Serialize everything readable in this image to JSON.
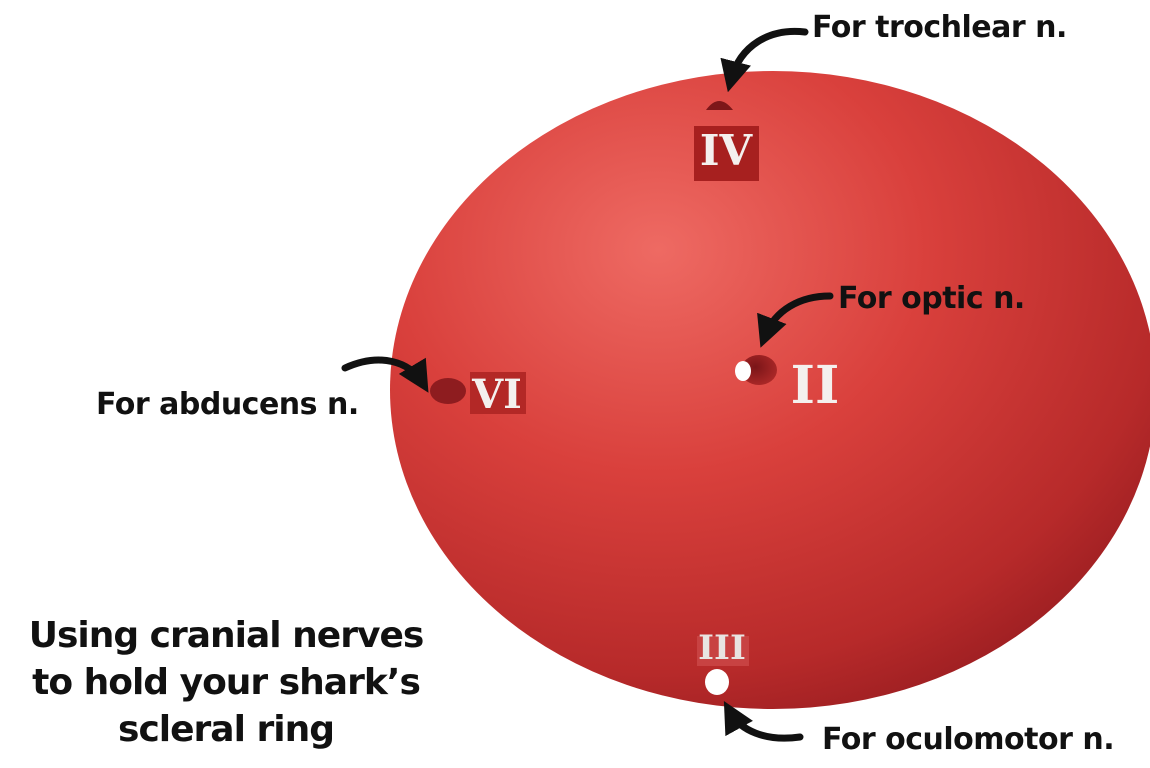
{
  "labels": {
    "trochlear": "For trochlear n.",
    "optic": "For optic n.",
    "abducens": "For abducens n.",
    "oculomotor": "For oculomotor n."
  },
  "numerals": {
    "trochlear": "IV",
    "optic": "II",
    "abducens": "VI",
    "oculomotor": "III"
  },
  "caption": {
    "line1": "Using cranial nerves",
    "line2": "to hold your shark’s",
    "line3": "scleral ring"
  },
  "colors": {
    "sphere": "#d9403c",
    "sphere_dark": "#9e1f22",
    "sphere_light": "#ee6a63",
    "numeral": "#f4f0ee",
    "text": "#111111"
  }
}
